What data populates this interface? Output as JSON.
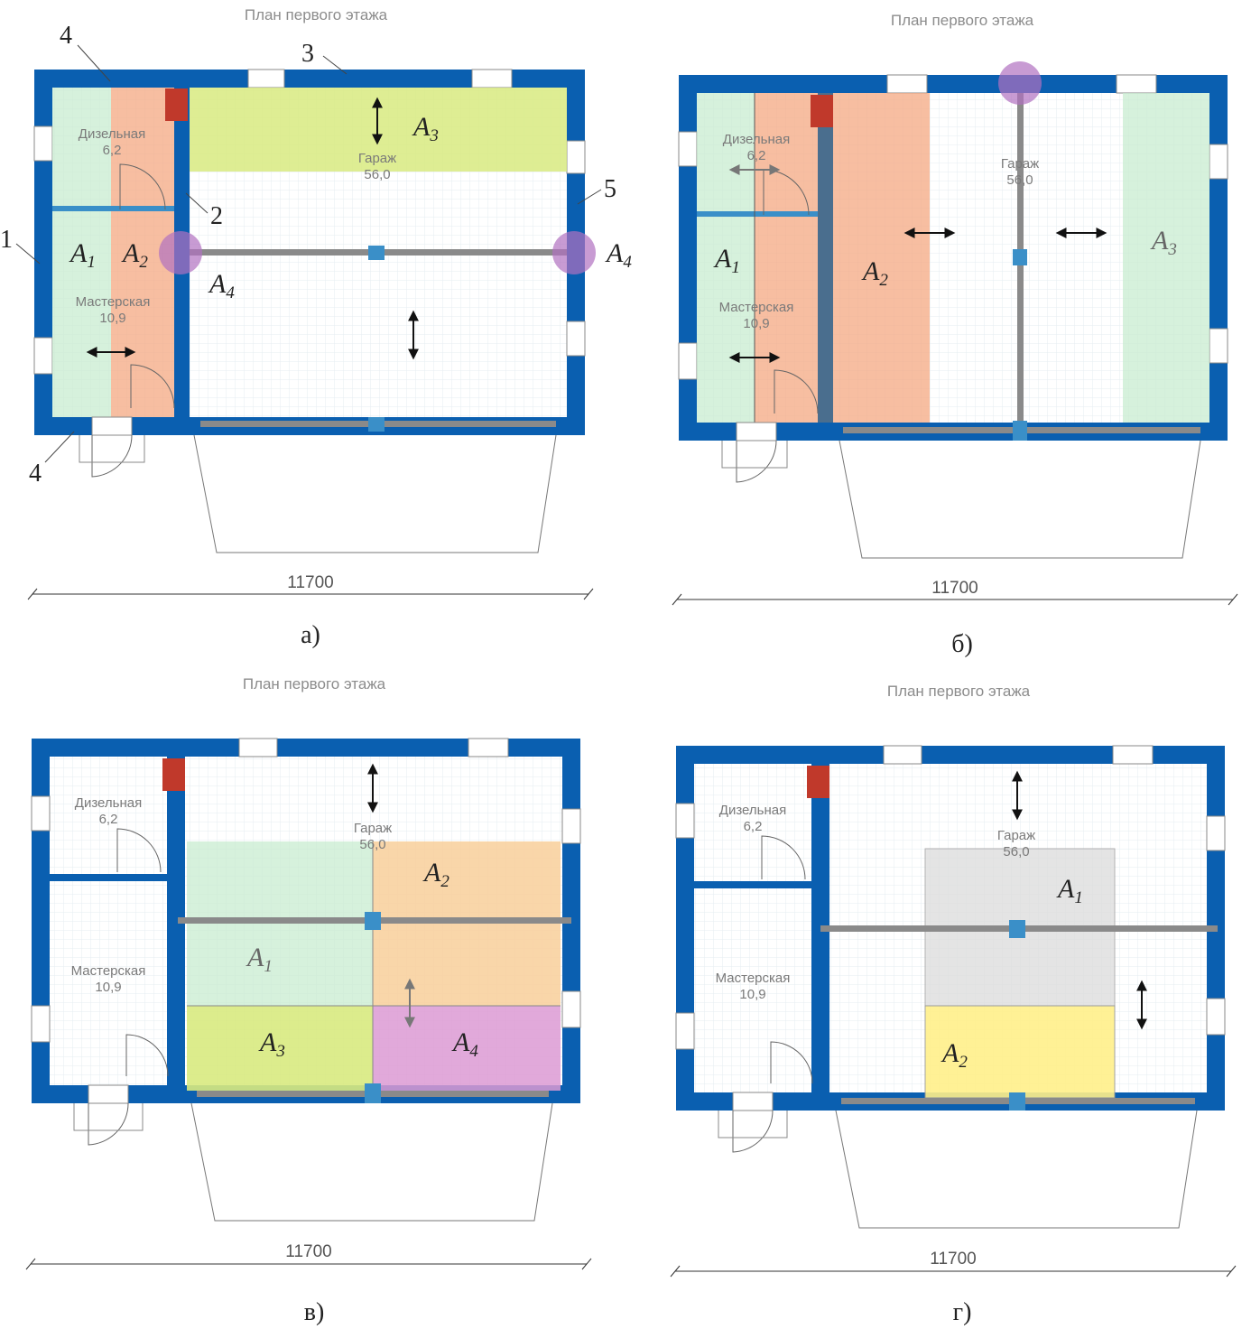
{
  "plan_title": "План первого этажа",
  "dimension": "11700",
  "rooms": {
    "diesel": {
      "name": "Дизельная",
      "area": "6,2"
    },
    "workshop": {
      "name": "Мастерская",
      "area": "10,9"
    },
    "garage": {
      "name": "Гараж",
      "area": "56,0"
    }
  },
  "zone_letter": "A",
  "zones": {
    "z1": "1",
    "z2": "2",
    "z3": "3",
    "z4": "4"
  },
  "callouts": {
    "c1": "1",
    "c2": "2",
    "c3": "3",
    "c4": "4",
    "c5": "5"
  },
  "subfigures": {
    "a": "а)",
    "b": "б)",
    "v": "в)",
    "g": "г)"
  },
  "colors": {
    "wall": "#0a5fb0",
    "zone_green_light": "#c8ecd0",
    "zone_salmon": "#f4a882",
    "zone_yellow_green": "#d8ea80",
    "zone_orange_light": "#f8cf9a",
    "zone_pink": "#dc9ad4",
    "zone_gray": "#dcdcdc",
    "zone_yellow": "#fff08a",
    "column_marker": "#b070c0",
    "chimney": "#c0392b"
  }
}
